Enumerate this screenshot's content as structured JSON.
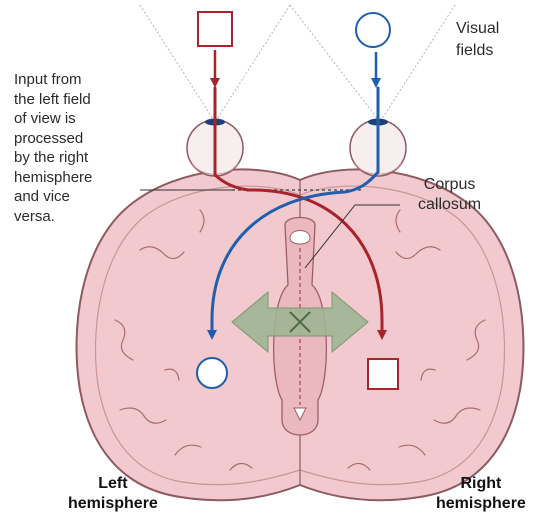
{
  "annotations": {
    "visual_fields": [
      "Visual",
      "fields"
    ],
    "input_note": [
      "Input from",
      "the left field",
      "of view is",
      "processed",
      "by the right",
      "hemisphere",
      "and vice",
      "versa."
    ],
    "corpus_callosum": [
      "Corpus",
      "callosum"
    ],
    "left_hemisphere": [
      "Left",
      "hemisphere"
    ],
    "right_hemisphere": [
      "Right",
      "hemisphere"
    ]
  },
  "visual_field_symbols": {
    "left_field": "square",
    "right_field": "circle"
  },
  "colors": {
    "left_visual_path": "#a7242a",
    "right_visual_path": "#1f5fae",
    "brain_fill": "#f2c9cf",
    "brain_outline": "#8e5a62",
    "exchange_arrow": "#9fb592"
  }
}
